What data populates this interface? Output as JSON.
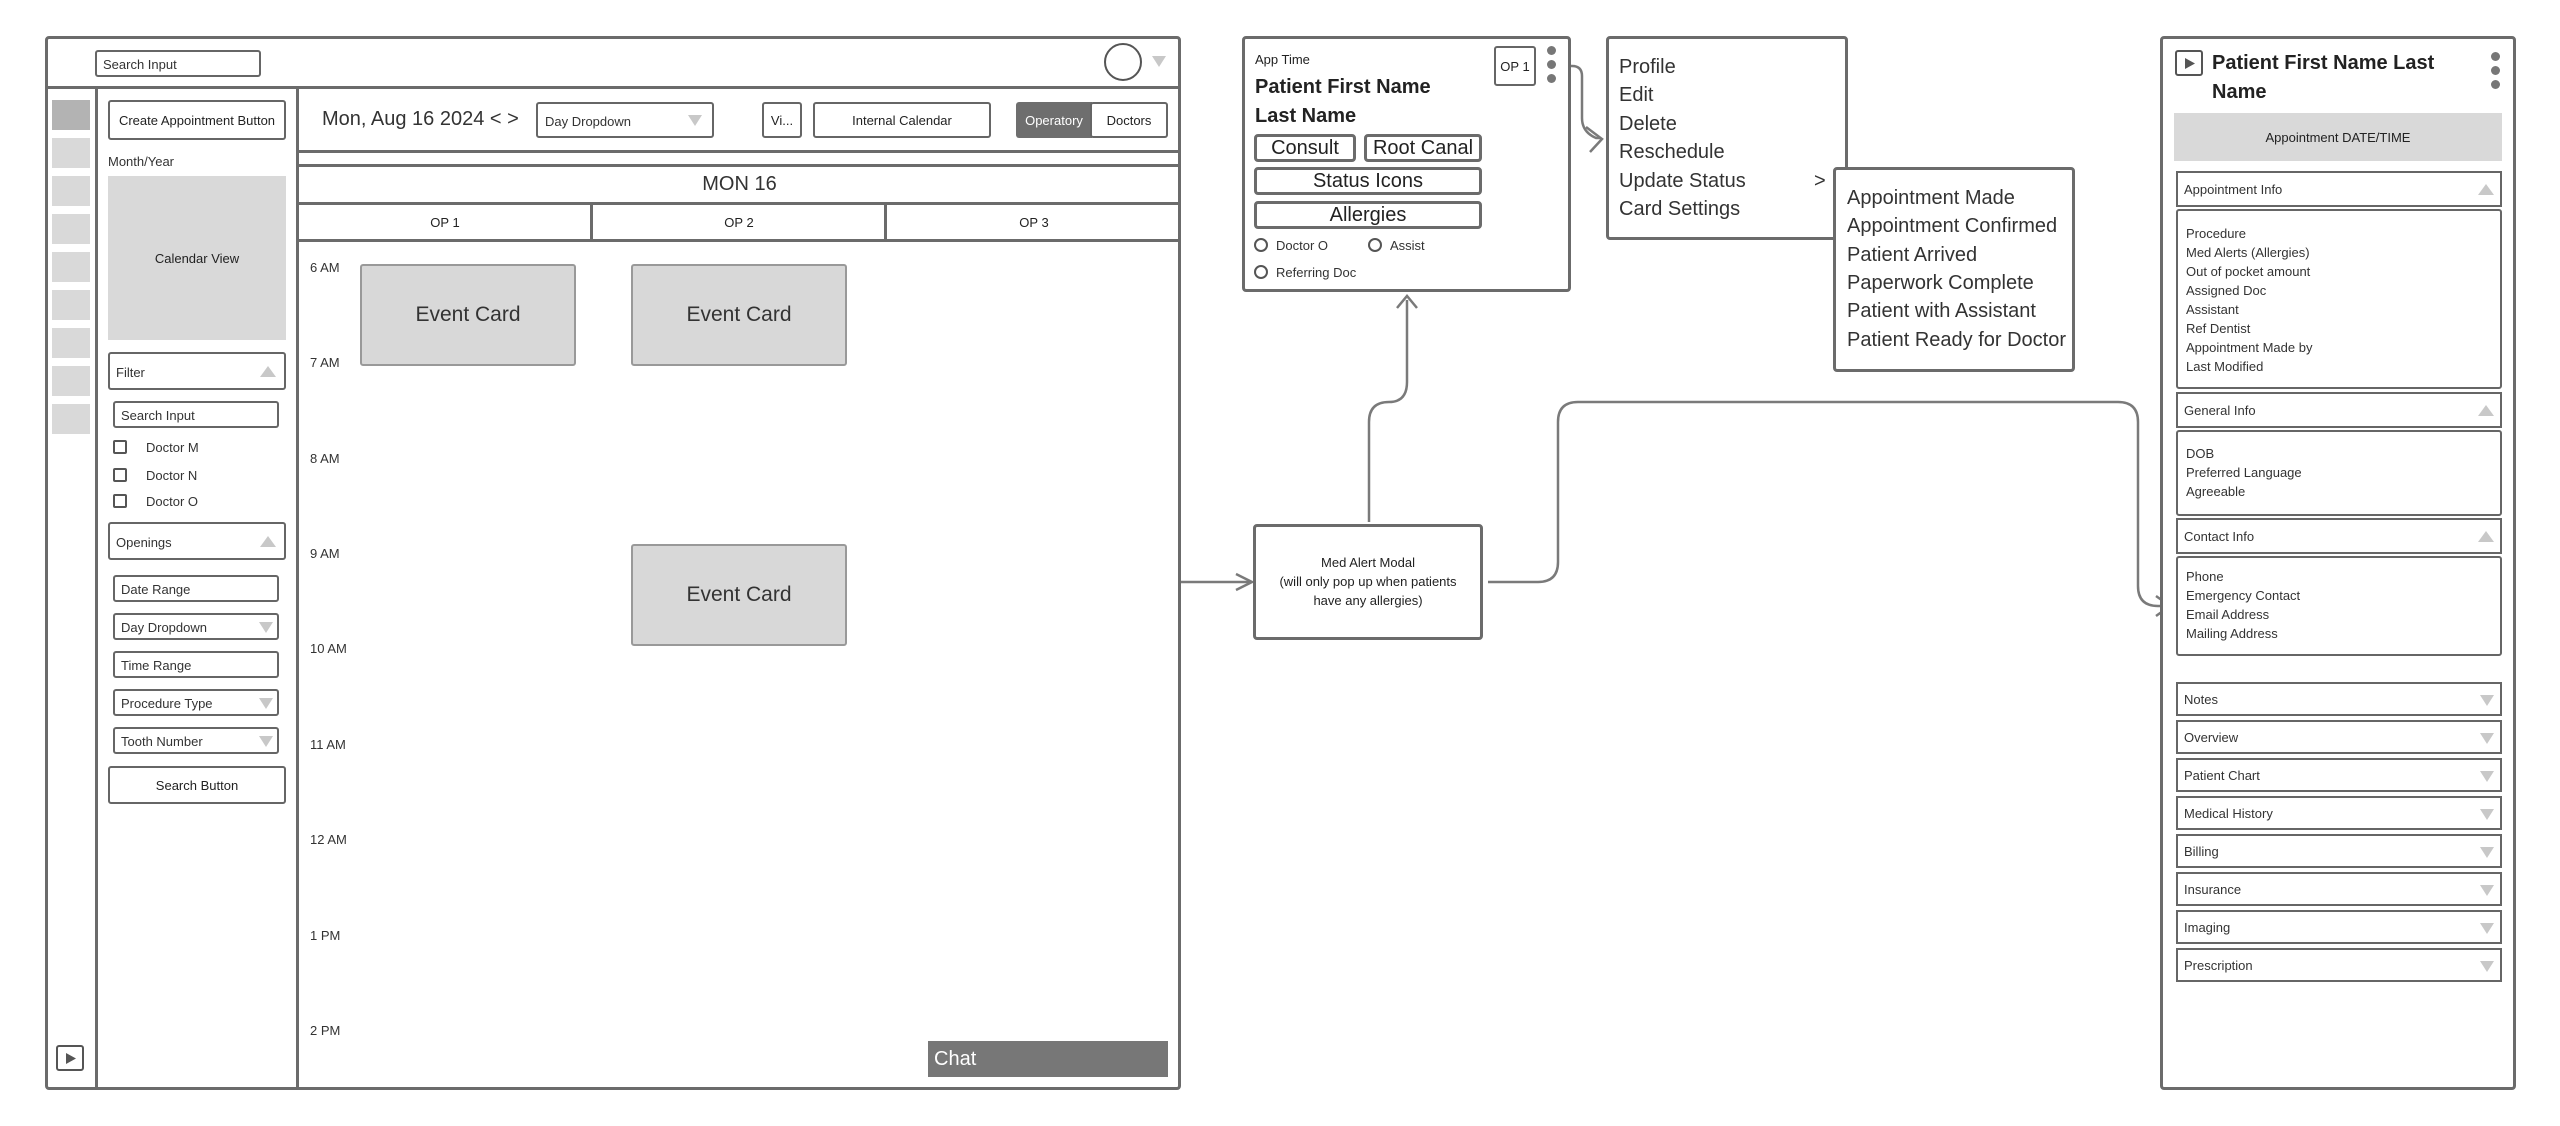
{
  "main_app": {
    "top_search_placeholder": "Search Input",
    "create_button": "Create Appointment Button",
    "month_year": "Month/Year",
    "calendar_view": "Calendar View",
    "filter_label": "Filter",
    "filter_search": "Search Input",
    "doctors": [
      "Doctor M",
      "Doctor N",
      "Doctor O"
    ],
    "openings_label": "Openings",
    "openings_fields": {
      "date_range": "Date Range",
      "day_dropdown": "Day Dropdown",
      "time_range": "Time Range",
      "procedure_type": "Procedure Type",
      "tooth_number": "Tooth Number"
    },
    "search_button": "Search Button",
    "date_nav": "Mon, Aug 16 2024 < >",
    "day_dropdown": "Day Dropdown",
    "view_btn": "Vi...",
    "internal_calendar": "Internal Calendar",
    "toggle_operatory": "Operatory",
    "toggle_doctors": "Doctors",
    "day_header": "MON 16",
    "ops": [
      "OP 1",
      "OP 2",
      "OP 3"
    ],
    "hours": [
      "6 AM",
      "7 AM",
      "8 AM",
      "9 AM",
      "10 AM",
      "11 AM",
      "12 AM",
      "1 PM",
      "2 PM"
    ],
    "event_card": "Event Card",
    "chat": "Chat"
  },
  "appointment_card": {
    "app_time": "App Time",
    "patient_first": "Patient First Name",
    "patient_last": "Last Name",
    "op_badge": "OP 1",
    "consult": "Consult",
    "root_canal": "Root Canal",
    "status_icons": "Status Icons",
    "allergies": "Allergies",
    "doctor_o": "Doctor O",
    "assist": "Assist",
    "referring_doc": "Referring Doc"
  },
  "context_menu": {
    "items": [
      "Profile",
      "Edit",
      "Delete",
      "Reschedule",
      "Update Status",
      "Card Settings"
    ],
    "submenu_indicator": ">"
  },
  "status_submenu": {
    "items": [
      "Appointment Made",
      "Appointment Confirmed",
      "Patient Arrived",
      "Paperwork Complete",
      "Patient with Assistant",
      "Patient Ready for Doctor"
    ]
  },
  "med_alert": {
    "line1": "Med Alert Modal",
    "line2": "(will only pop up when patients",
    "line3": "have any allergies)"
  },
  "patient_panel": {
    "name_line1": "Patient First Name Last",
    "name_line2": "Name",
    "appt_datetime": "Appointment DATE/TIME",
    "appointment_info": "Appointment Info",
    "appointment_info_items": [
      "Procedure",
      "Med Alerts (Allergies)",
      "Out of pocket amount",
      "Assigned Doc",
      "Assistant",
      "Ref Dentist",
      "Appointment Made by",
      "Last Modified"
    ],
    "general_info": "General Info",
    "general_info_items": [
      "DOB",
      "Preferred Language",
      "Agreeable"
    ],
    "contact_info": "Contact Info",
    "contact_info_items": [
      "Phone",
      "Emergency Contact",
      "Email Address",
      "Mailing Address"
    ],
    "collapsed_sections": [
      "Notes",
      "Overview",
      "Patient Chart",
      "Medical History",
      "Billing",
      "Insurance",
      "Imaging",
      "Prescription"
    ]
  }
}
